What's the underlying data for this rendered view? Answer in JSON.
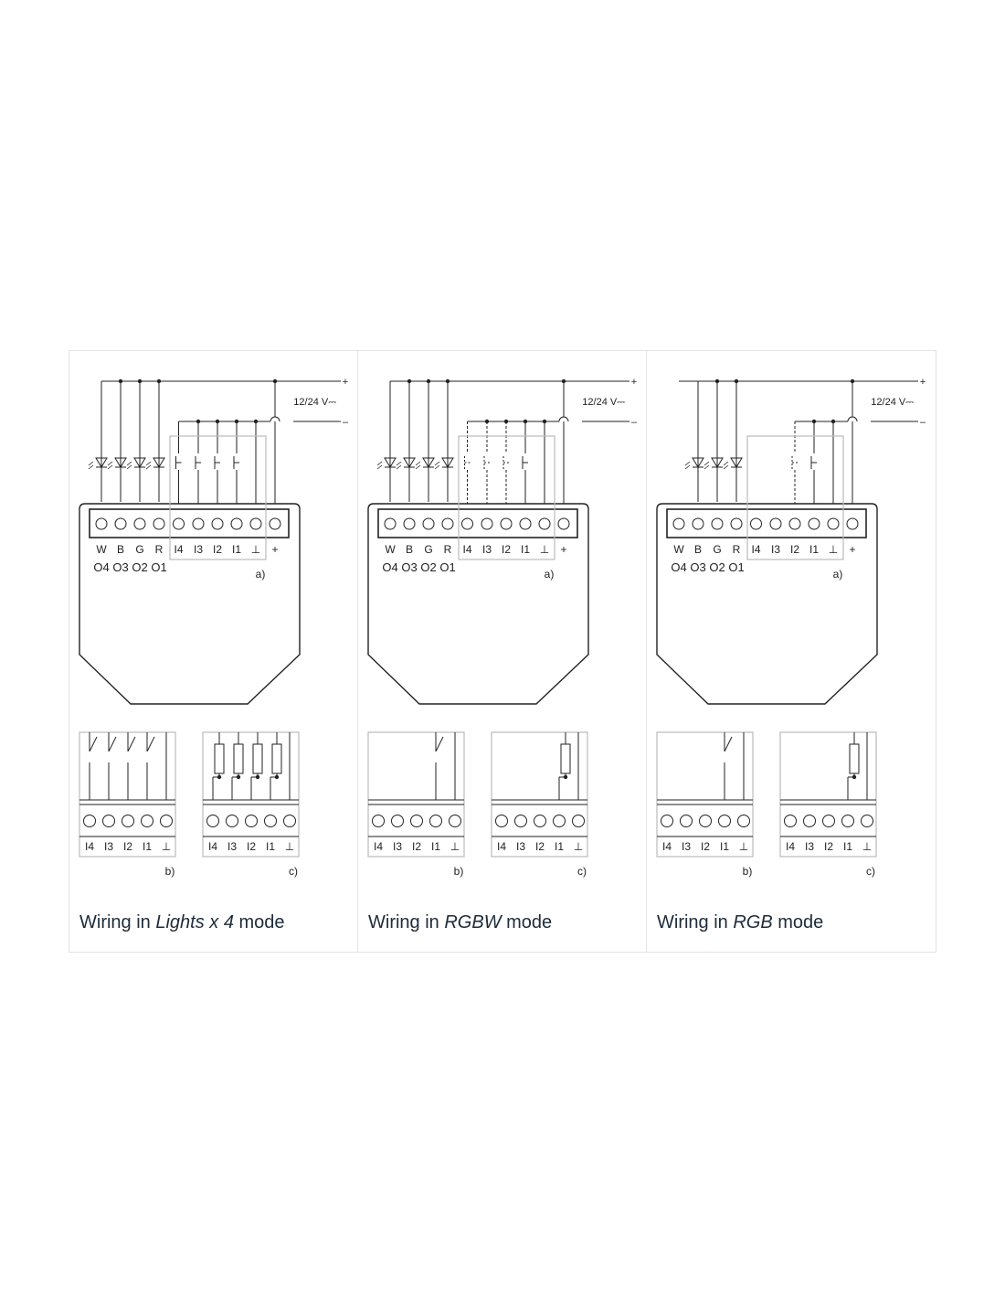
{
  "panels": [
    {
      "id": "lights-x4",
      "caption_prefix": "Wiring in ",
      "caption_mode": "Lights x 4",
      "caption_suffix": " mode",
      "led_count": 4,
      "dashed_inputs": [],
      "switch_inputs": [
        "I4",
        "I3",
        "I2",
        "I1"
      ],
      "b_switches": [
        "I4",
        "I3",
        "I2",
        "I1"
      ],
      "c_resistors": [
        "I4",
        "I3",
        "I2",
        "I1"
      ]
    },
    {
      "id": "rgbw",
      "caption_prefix": "Wiring in ",
      "caption_mode": "RGBW",
      "caption_suffix": " mode",
      "led_count": 4,
      "dashed_inputs": [
        "I4",
        "I3",
        "I2"
      ],
      "switch_inputs": [
        "I1"
      ],
      "b_switches": [
        "I1"
      ],
      "c_resistors": [
        "I1"
      ]
    },
    {
      "id": "rgb",
      "caption_prefix": "Wiring in ",
      "caption_mode": "RGB",
      "caption_suffix": " mode",
      "led_count": 3,
      "dashed_inputs": [
        "I2"
      ],
      "switch_inputs": [
        "I1"
      ],
      "b_switches": [
        "I1"
      ],
      "c_resistors": [
        "I1"
      ]
    }
  ],
  "labels": {
    "supply": "12/24 V⎓",
    "plus": "+",
    "minus": "–",
    "terminals": [
      "W",
      "B",
      "G",
      "R",
      "I4",
      "I3",
      "I2",
      "I1",
      "⊥",
      "+"
    ],
    "outputs": [
      "O4",
      "O3",
      "O2",
      "O1"
    ],
    "small_terminals": [
      "I4",
      "I3",
      "I2",
      "I1",
      "⊥"
    ],
    "a": "a)",
    "b": "b)",
    "c": "c)"
  },
  "colors": {
    "line": "#222222",
    "box_outline": "#bbbbbb",
    "caption": "#1d2b3a",
    "border": "#e3e3e3"
  }
}
